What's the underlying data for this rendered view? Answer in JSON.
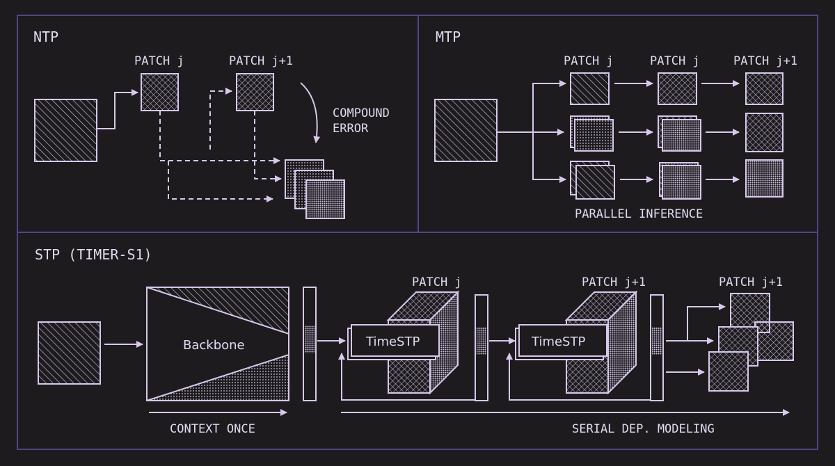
{
  "colors": {
    "background": "#1d1b1d",
    "panel_border": "#4f4688",
    "line": "#d8c8ec",
    "text": "#e3d9f0"
  },
  "ntp": {
    "title": "NTP",
    "patch_j": "PATCH j",
    "patch_j1": "PATCH j+1",
    "compound_1": "COMPOUND",
    "compound_2": "ERROR"
  },
  "mtp": {
    "title": "MTP",
    "patch_a": "PATCH j",
    "patch_b": "PATCH j",
    "patch_c": "PATCH j+1",
    "parallel": "PARALLEL INFERENCE"
  },
  "stp": {
    "title": "STP (TIMER-S1)",
    "backbone": "Backbone",
    "timestp_1": "TimeSTP",
    "timestp_2": "TimeSTP",
    "patch_j": "PATCH j",
    "patch_j1_a": "PATCH j+1",
    "patch_j1_b": "PATCH j+1",
    "context_once": "CONTEXT ONCE",
    "serial": "SERIAL DEP. MODELING"
  }
}
